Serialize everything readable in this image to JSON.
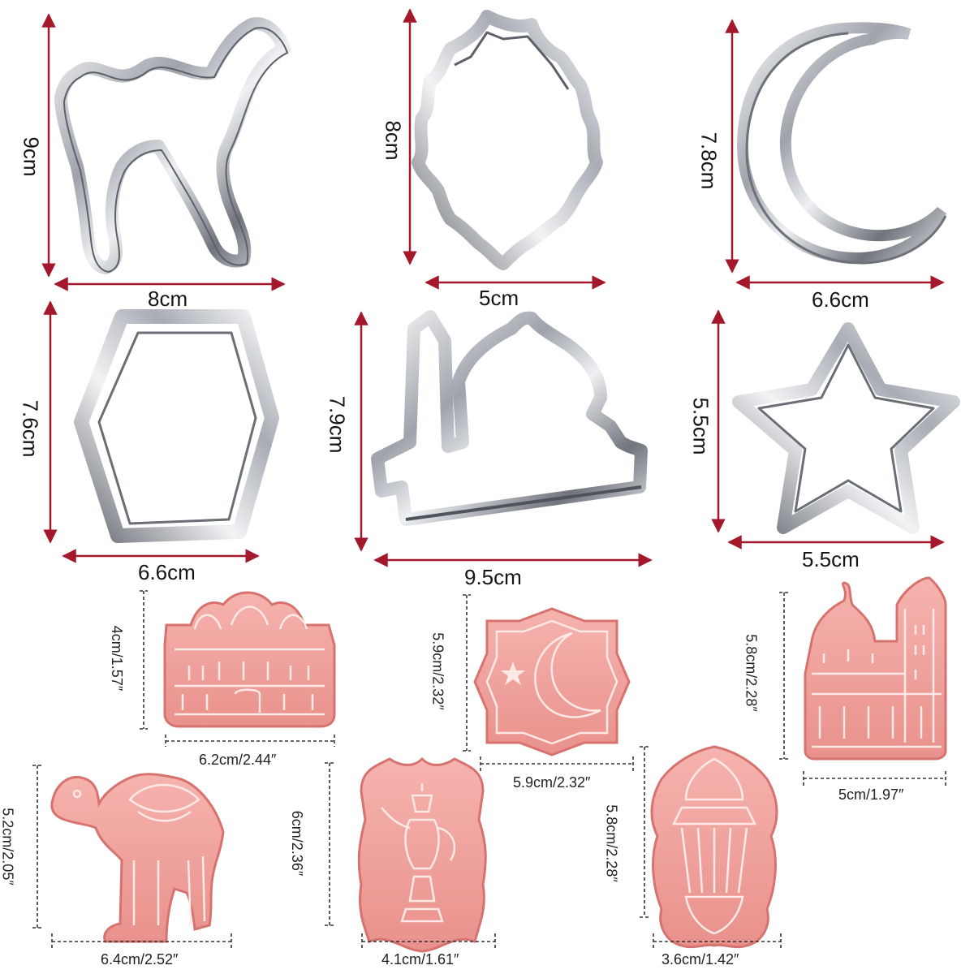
{
  "colors": {
    "arrow": "#a3182a",
    "steel_light": "#f4f5f7",
    "steel_mid": "#b9bcc2",
    "steel_dark": "#5d6168",
    "pink": "#f2a3a0",
    "pink_dark": "#d7736f",
    "pink_line": "#ffe9e6",
    "dash": "#333333"
  },
  "metal_cutters": [
    {
      "shape": "camel",
      "height_label": "9cm",
      "width_label": "8cm"
    },
    {
      "shape": "arabic-lantern-frame",
      "height_label": "8cm",
      "width_label": "5cm"
    },
    {
      "shape": "crescent-moon",
      "height_label": "7.8cm",
      "width_label": "6.6cm"
    },
    {
      "shape": "hexagon",
      "height_label": "7.6cm",
      "width_label": "6.6cm"
    },
    {
      "shape": "mosque",
      "height_label": "7.9cm",
      "width_label": "9.5cm"
    },
    {
      "shape": "star",
      "height_label": "5.5cm",
      "width_label": "5.5cm"
    }
  ],
  "plunger_stamps": [
    {
      "shape": "mosque-palace",
      "height_label": "4cm/1.57″",
      "width_label": "6.2cm/2.44″"
    },
    {
      "shape": "crescent-star-octagram",
      "height_label": "5.9cm/2.32″",
      "width_label": "5.9cm/2.32″"
    },
    {
      "shape": "mosque-minaret",
      "height_label": "5.8cm/2.28″",
      "width_label": "5cm/1.97″"
    },
    {
      "shape": "camel",
      "height_label": "5.2cm/2.05″",
      "width_label": "6.4cm/2.52″"
    },
    {
      "shape": "coffee-pot",
      "height_label": "6cm/2.36″",
      "width_label": "4.1cm/1.61″"
    },
    {
      "shape": "lantern",
      "height_label": "5.8cm/2.28″",
      "width_label": "3.6cm/1.42″"
    }
  ]
}
